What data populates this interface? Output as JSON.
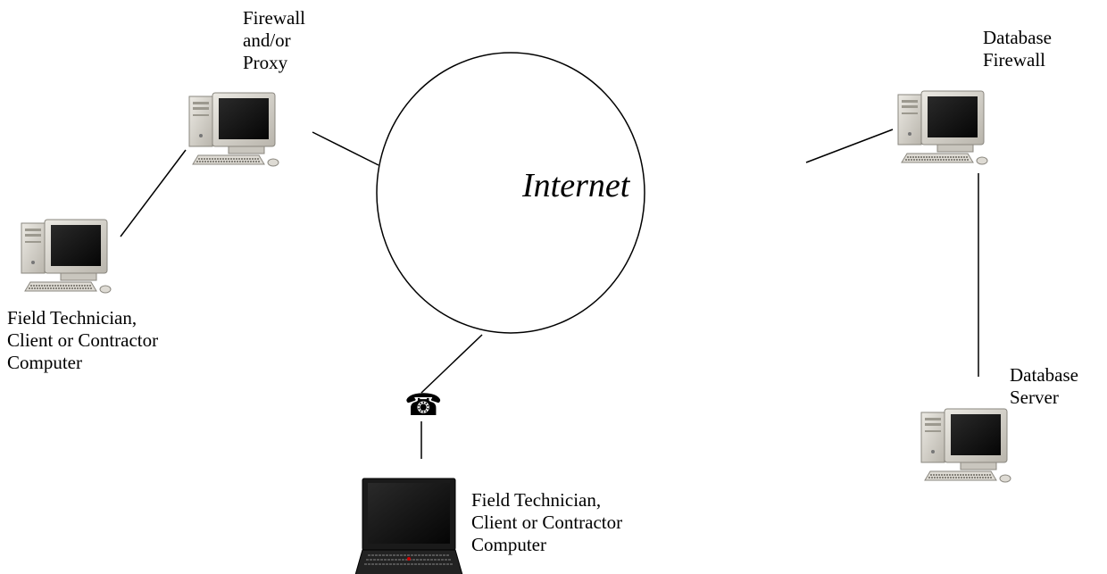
{
  "diagram": {
    "cloud_label": "Internet",
    "nodes": {
      "firewall_proxy": {
        "label": "Firewall\nand/or\nProxy",
        "icon": "desktop-computer-icon"
      },
      "field_computer_desktop": {
        "label": "Field Technician,\nClient or Contractor\nComputer",
        "icon": "desktop-computer-icon"
      },
      "database_firewall": {
        "label": "Database\nFirewall",
        "icon": "desktop-computer-icon"
      },
      "database_server": {
        "label": "Database\nServer",
        "icon": "desktop-computer-icon"
      },
      "field_computer_laptop": {
        "label": "Field Technician,\nClient or Contractor\nComputer",
        "icon": "laptop-icon"
      }
    },
    "phone_icon": "☎"
  }
}
